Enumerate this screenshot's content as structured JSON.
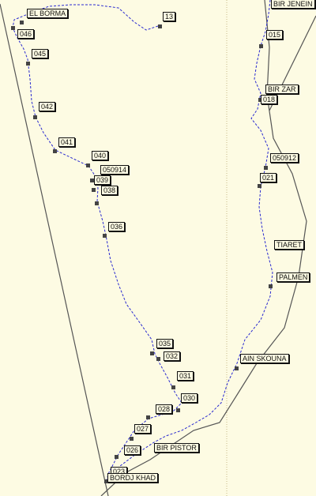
{
  "map": {
    "colors": {
      "background": "#fdfbe3",
      "route": "#2a2ad0",
      "border": "#555555",
      "grid": "#c8b88a"
    },
    "labels": {
      "bir_jenein": "BIR JENEIN",
      "el_borma": "EL BORMA",
      "l_13": "13",
      "l_015": "015",
      "l_046": "046",
      "l_045": "045",
      "l_042": "042",
      "bir_zar": "BIR ZAR",
      "l_018": "018",
      "l_041": "041",
      "l_040": "040",
      "l_050914": "050914",
      "l_039": "039",
      "l_038": "038",
      "l_050912": "050912",
      "l_021": "021",
      "l_036": "036",
      "tiaret": "TIARET",
      "palmen": "PALMEN",
      "l_035": "035",
      "l_032": "032",
      "ain_skouna": "AIN SKOUNA",
      "l_031": "031",
      "l_030": "030",
      "l_028": "028",
      "l_027": "027",
      "l_026": "026",
      "bir_pistor": "BIR PISTOR",
      "l_023": "023",
      "bordj_khad": "BORDJ KHAD"
    }
  }
}
